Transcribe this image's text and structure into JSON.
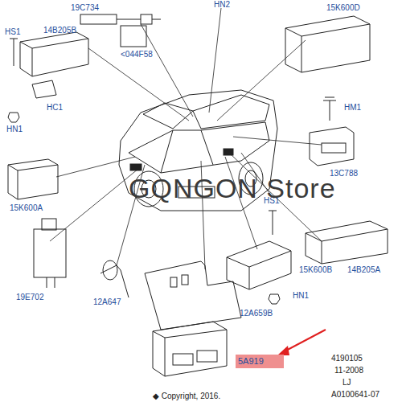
{
  "diagram": {
    "nodes": [
      {
        "text": [
          "5A919"
        ]
      }
    ],
    "labels": [
      "19C734",
      "HN2",
      "15K600D",
      "HS1",
      "14B205B",
      "<044F58",
      "HC1",
      "HN1",
      "HM1",
      "13C788",
      "15K600A",
      "HS1",
      "14B205A",
      "15K600B",
      "HN1",
      "19E702",
      "12A647",
      "12A659B",
      "4190105",
      "11-2008",
      "LJ",
      "A0100641-07",
      "◆ Copyright, 2016.",
      "GQNGON  Store"
    ]
  }
}
